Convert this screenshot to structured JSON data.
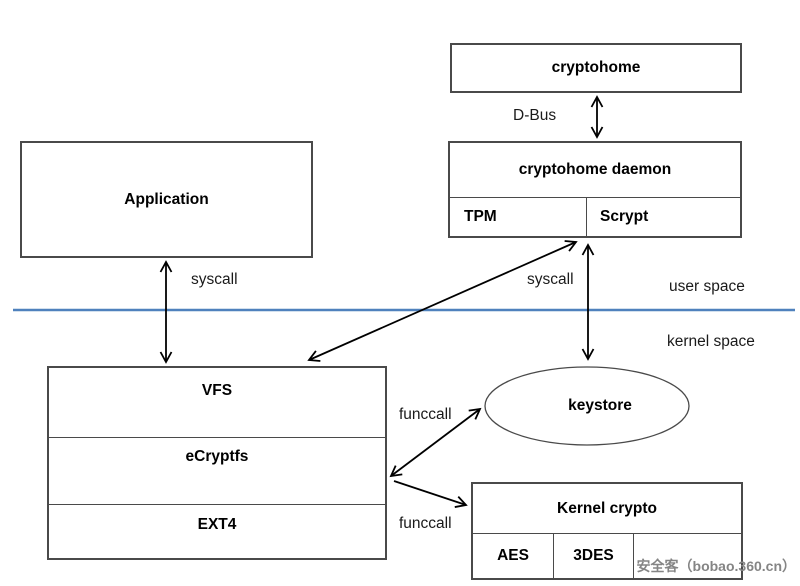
{
  "diagram": {
    "boxes": {
      "cryptohome": "cryptohome",
      "cryptohome_daemon": "cryptohome daemon",
      "tpm": "TPM",
      "scrypt": "Scrypt",
      "application": "Application",
      "vfs": "VFS",
      "ecryptfs": "eCryptfs",
      "ext4": "EXT4",
      "keystore": "keystore",
      "kernel_crypto": "Kernel crypto",
      "aes": "AES",
      "triple_des": "3DES"
    },
    "labels": {
      "dbus": "D-Bus",
      "syscall_left": "syscall",
      "syscall_right": "syscall",
      "user_space": "user space",
      "kernel_space": "kernel space",
      "funccall_top": "funccall",
      "funccall_bottom": "funccall"
    },
    "colors": {
      "space_divider_blue": "#4f81bd",
      "box_border_gray": "#4a4a4a",
      "arrow_black": "#000000",
      "watermark_gray": "#858585"
    },
    "watermark": "安全客（bobao.360.cn）"
  }
}
